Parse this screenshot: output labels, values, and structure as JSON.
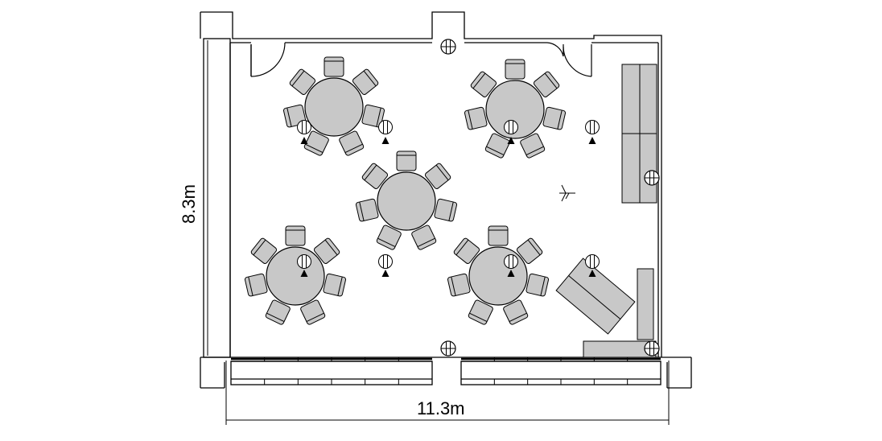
{
  "dimensions": {
    "width_label": "11.3m",
    "height_label": "8.3m"
  },
  "colors": {
    "line": "#000000",
    "furniture_fill": "#c8c8c8",
    "background": "#ffffff"
  },
  "icons": {
    "ceiling_light": "circle-with-vertical-lines",
    "outlet": "circle-with-cross",
    "speaker": "filled-triangle",
    "air_vent": "fan-symbol"
  },
  "furniture": {
    "round_tables": 5,
    "chairs_per_table": 7,
    "sofas": 3
  }
}
